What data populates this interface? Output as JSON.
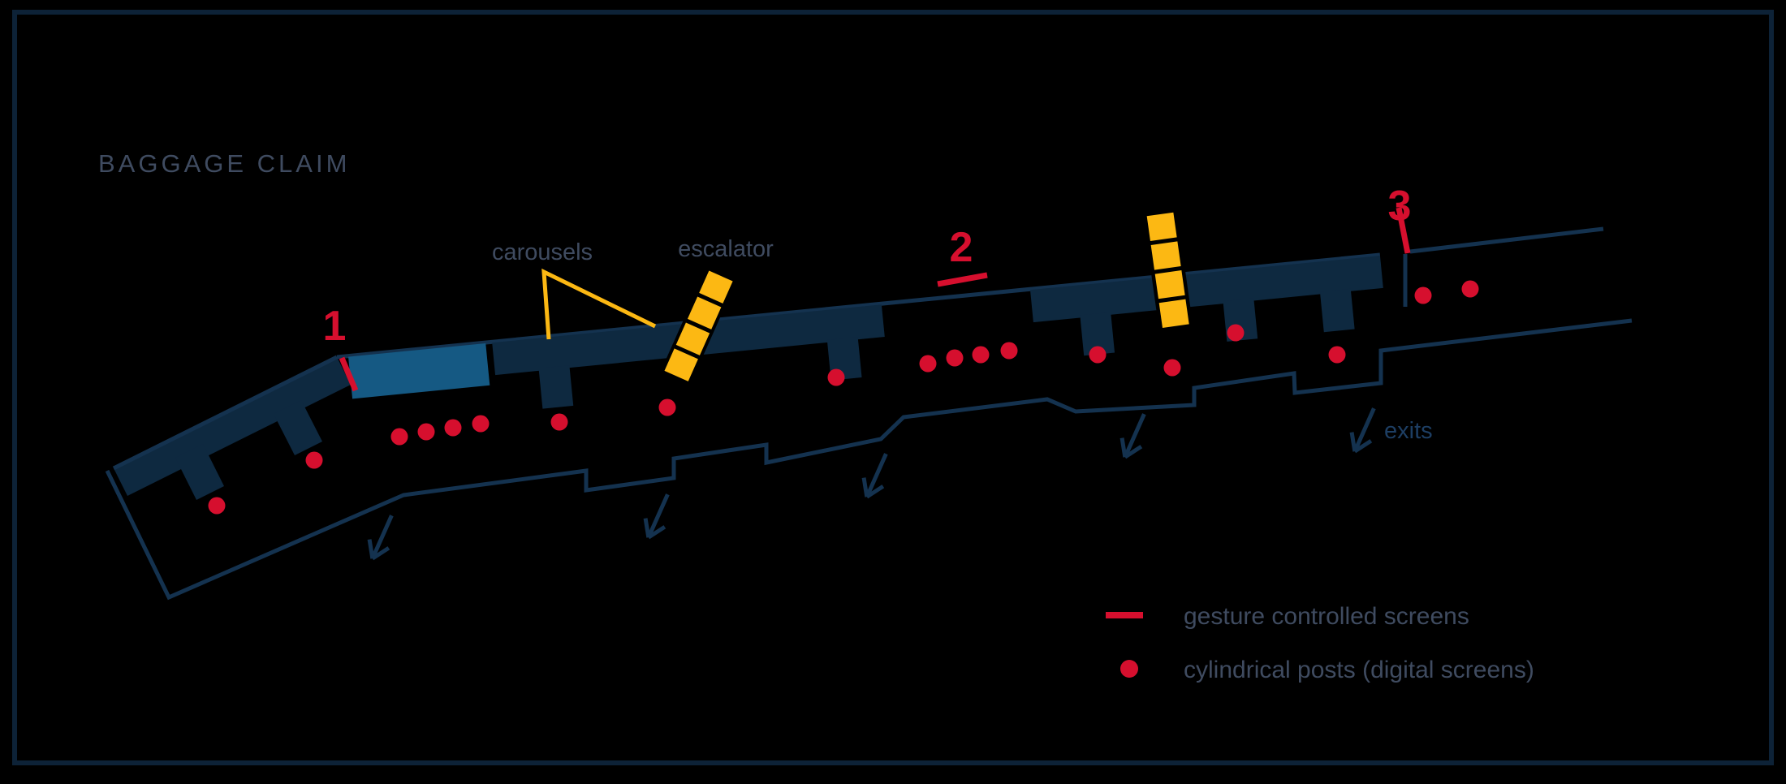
{
  "title": "BAGGAGE CLAIM",
  "labels": {
    "carousels": "carousels",
    "escalator": "escalator",
    "exits": "exits"
  },
  "carousel_markers": [
    "1",
    "2",
    "3"
  ],
  "legend": [
    {
      "symbol": "red-line",
      "label": "gesture controlled screens"
    },
    {
      "symbol": "red-dot",
      "label": "cylindrical posts (digital screens)"
    }
  ],
  "counts": {
    "cylindrical_posts": 19,
    "gesture_screens": 3,
    "escalators": 2,
    "exit_arrows": 5
  },
  "colors": {
    "background": "#000000",
    "frame": "#0d2237",
    "navy": "#0e2940",
    "wall_line": "#14324f",
    "accent_red": "#d60f2e",
    "accent_yellow": "#fcb813",
    "carousel_blue": "#155983",
    "label_slate": "#3f4b60",
    "exits_navy": "#1d3e63"
  }
}
